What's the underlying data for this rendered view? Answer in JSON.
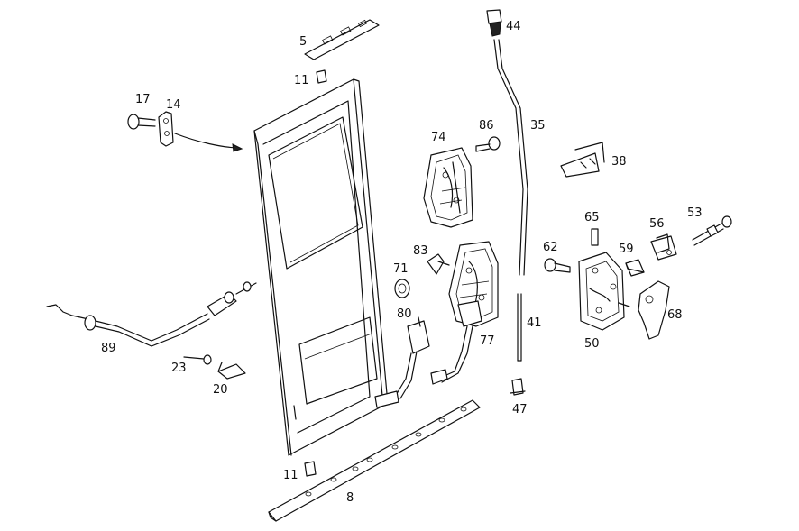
{
  "colors": {
    "line": "#111111",
    "background": "#ffffff"
  },
  "callouts": {
    "p5": "5",
    "p11_top": "11",
    "p17": "17",
    "p14": "14",
    "p44": "44",
    "p35": "35",
    "p74": "74",
    "p86": "86",
    "p38": "38",
    "p65": "65",
    "p56": "56",
    "p53": "53",
    "p62": "62",
    "p59": "59",
    "p83": "83",
    "p71": "71",
    "p80": "80",
    "p77": "77",
    "p41": "41",
    "p50": "50",
    "p68": "68",
    "p89": "89",
    "p23": "23",
    "p20": "20",
    "p47": "47",
    "p11_bottom": "11",
    "p8": "8"
  }
}
